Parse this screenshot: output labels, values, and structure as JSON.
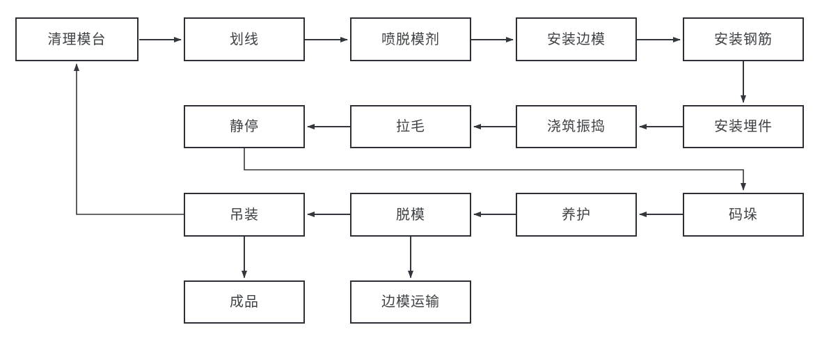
{
  "diagram": {
    "type": "flowchart",
    "background": "#ffffff"
  },
  "nodes": {
    "clean_mold_table": "清理模台",
    "marking": "划线",
    "spray_release_agent": "喷脱模剂",
    "install_side_forms": "安装边模",
    "install_rebar": "安装钢筋",
    "install_embeds": "安装埋件",
    "pour_vibrate": "浇筑振捣",
    "roughening": "拉毛",
    "resting": "静停",
    "stacking": "码垛",
    "curing": "养护",
    "demolding": "脱模",
    "hoisting": "吊装",
    "finished_product": "成品",
    "side_form_transport": "边模运输"
  },
  "edges": [
    {
      "from": "清理模台",
      "to": "划线"
    },
    {
      "from": "划线",
      "to": "喷脱模剂"
    },
    {
      "from": "喷脱模剂",
      "to": "安装边模"
    },
    {
      "from": "安装边模",
      "to": "安装钢筋"
    },
    {
      "from": "安装钢筋",
      "to": "安装埋件"
    },
    {
      "from": "安装埋件",
      "to": "浇筑振捣"
    },
    {
      "from": "浇筑振捣",
      "to": "拉毛"
    },
    {
      "from": "拉毛",
      "to": "静停"
    },
    {
      "from": "静停",
      "to": "码垛"
    },
    {
      "from": "码垛",
      "to": "养护"
    },
    {
      "from": "养护",
      "to": "脱模"
    },
    {
      "from": "脱模",
      "to": "吊装"
    },
    {
      "from": "吊装",
      "to": "成品"
    },
    {
      "from": "脱模",
      "to": "边模运输"
    },
    {
      "from": "吊装",
      "to": "清理模台"
    }
  ],
  "colors": {
    "box_border": "#2c3036",
    "text": "#3f4245",
    "arrow": "#33363b",
    "background": "#ffffff"
  }
}
